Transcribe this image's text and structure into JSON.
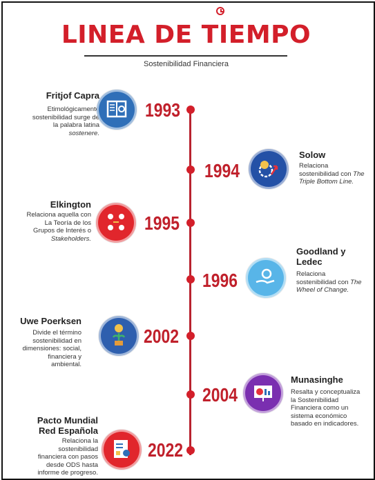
{
  "title": "LINEA DE TIEMPO",
  "subtitle": "Sostenibilidad Financiera",
  "colors": {
    "accent": "#d31f2a"
  },
  "events": [
    {
      "year": "1993",
      "name": "Fritjof Capra",
      "desc1": "Etimológicamente",
      "desc2": "sostenibilidad surge de",
      "desc3": "la palabra latina",
      "desc4": "sostenere.",
      "icon": "book-search-icon"
    },
    {
      "year": "1994",
      "name": "Solow",
      "desc1": "Relaciona",
      "desc2": "sostenibilidad con",
      "desc3": "The",
      "desc4": "Triple Bottom Line.",
      "icon": "money-gear-icon"
    },
    {
      "year": "1995",
      "name": "Elkington",
      "desc1": "Relaciona aquella con",
      "desc2": "La Teoría de los",
      "desc3": "Grupos de Interés o",
      "desc4": "Stakeholders.",
      "icon": "stakeholders-icon"
    },
    {
      "year": "1996",
      "name1": "Goodland y",
      "name2": "Ledec",
      "desc1": "Relaciona",
      "desc2": "sostenibilidad con",
      "desc3": "The",
      "desc4": "Wheel of Change.",
      "icon": "hand-gear-icon"
    },
    {
      "year": "2002",
      "name": "Uwe Poerksen",
      "desc1": "Divide el término",
      "desc2": "sostenibilidad en",
      "desc3": "dimensiones: social,",
      "desc4": "financiera y",
      "desc5": "ambiental.",
      "icon": "money-plant-icon"
    },
    {
      "year": "2004",
      "name": "Munasinghe",
      "desc1": "Resalta y conceptualiza",
      "desc2": "la Sostenibilidad",
      "desc3": "Financiera como un",
      "desc4": "sistema económico",
      "desc5": "basado en indicadores.",
      "icon": "dashboard-icon"
    },
    {
      "year": "2022",
      "name1": "Pacto Mundial",
      "name2": "Red Española",
      "desc1": "Relaciona la",
      "desc2": "sostenibilidad",
      "desc3": "financiera con pasos",
      "desc4": "desde ODS hasta",
      "desc5": "informe de progreso.",
      "icon": "report-icon"
    }
  ]
}
